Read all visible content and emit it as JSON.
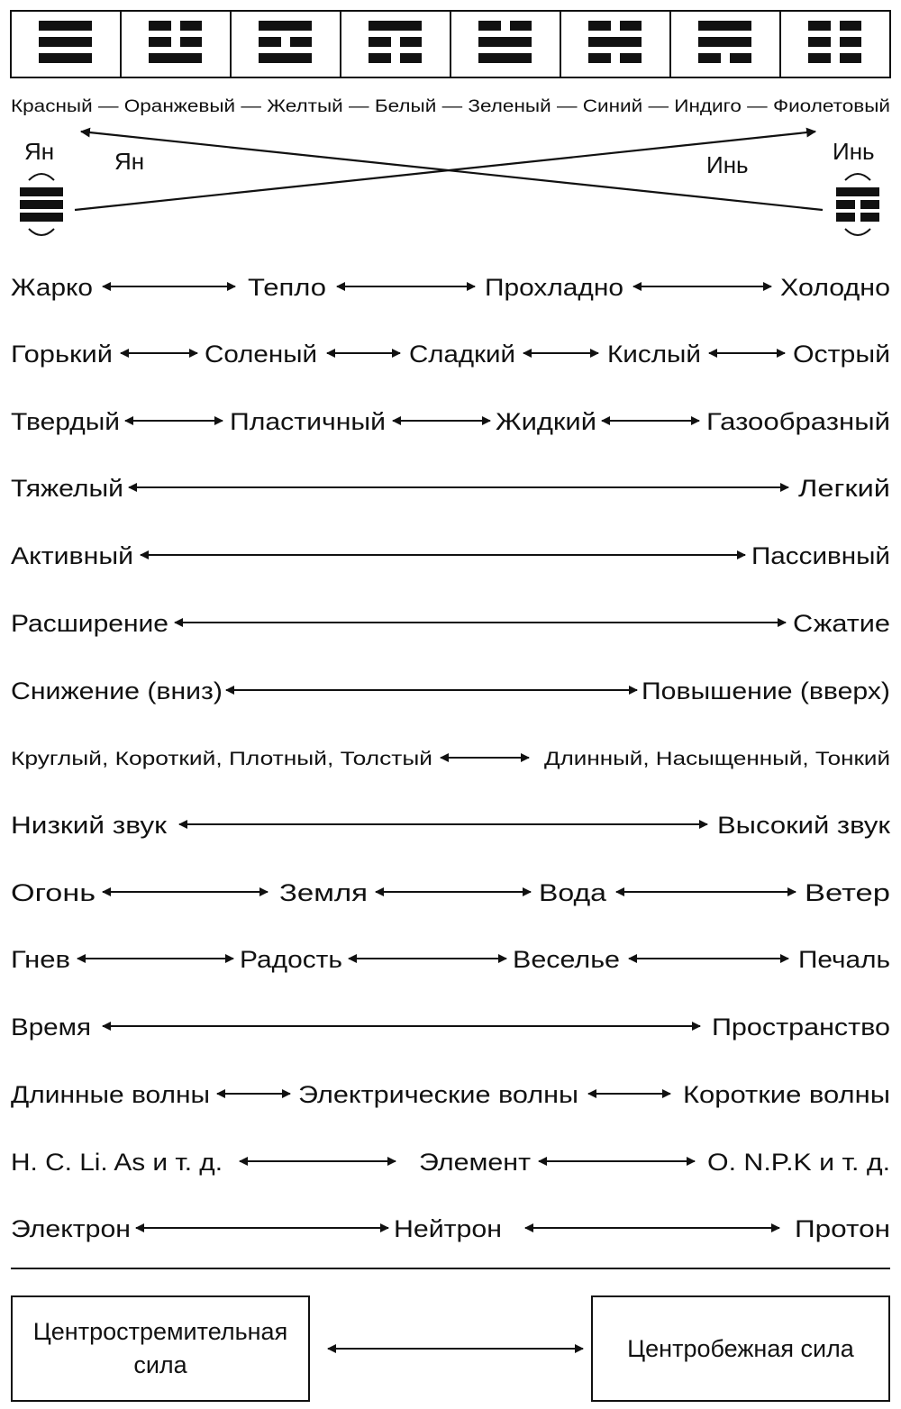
{
  "trigrams": [
    {
      "name": "trigram-1",
      "lines": [
        1,
        1,
        1
      ]
    },
    {
      "name": "trigram-2",
      "lines": [
        0,
        0,
        1
      ]
    },
    {
      "name": "trigram-3",
      "lines": [
        1,
        0,
        1
      ]
    },
    {
      "name": "trigram-4",
      "lines": [
        1,
        0,
        0
      ]
    },
    {
      "name": "trigram-5",
      "lines": [
        0,
        1,
        1
      ]
    },
    {
      "name": "trigram-6",
      "lines": [
        0,
        1,
        0
      ]
    },
    {
      "name": "trigram-7",
      "lines": [
        1,
        1,
        0
      ]
    },
    {
      "name": "trigram-8",
      "lines": [
        0,
        0,
        0
      ]
    }
  ],
  "colors_line": "Красный — Оранжевый — Желтый — Белый — Зеленый — Синий — Индиго — Фиолетовый",
  "yin_yang": {
    "left_label": "Ян",
    "left_inner_label": "Ян",
    "right_inner_label": "Инь",
    "right_label": "Инь",
    "left_trigram": [
      1,
      1,
      1
    ],
    "right_trigram": [
      1,
      0,
      0
    ]
  },
  "rows": [
    {
      "items": [
        "Жарко",
        "Тепло",
        "Прохладно",
        "Холодно"
      ]
    },
    {
      "items": [
        "Горький",
        "Соленый",
        "Сладкий",
        "Кислый",
        "Острый"
      ]
    },
    {
      "items": [
        "Твердый",
        "Пластичный",
        "Жидкий",
        "Газообразный"
      ]
    },
    {
      "items": [
        "Тяжелый",
        "Легкий"
      ]
    },
    {
      "items": [
        "Активный",
        "Пассивный"
      ]
    },
    {
      "items": [
        "Расширение",
        "Сжатие"
      ]
    },
    {
      "items": [
        "Снижение (вниз)",
        "Повышение (вверх)"
      ]
    },
    {
      "items": [
        "Круглый, Короткий, Плотный, Толстый",
        "Длинный, Насыщенный, Тонкий"
      ]
    },
    {
      "items": [
        "Низкий звук",
        "Высокий звук"
      ]
    },
    {
      "items": [
        "Огонь",
        "Земля",
        "Вода",
        "Ветер"
      ]
    },
    {
      "items": [
        "Гнев",
        "Радость",
        "Веселье",
        "Печаль"
      ]
    },
    {
      "items": [
        "Время",
        "Пространство"
      ]
    },
    {
      "items": [
        "Длинные волны",
        "Электрические волны",
        "Короткие волны"
      ]
    },
    {
      "items": [
        "H. C. Li. As и т. д.",
        "Элемент",
        "O. N.P.K и т. д."
      ]
    },
    {
      "items": [
        "Электрон",
        "Нейтрон",
        "Протон"
      ]
    }
  ],
  "forces": {
    "left_line1": "Центростремительная",
    "left_line2": "сила",
    "right": "Центробежная сила"
  }
}
